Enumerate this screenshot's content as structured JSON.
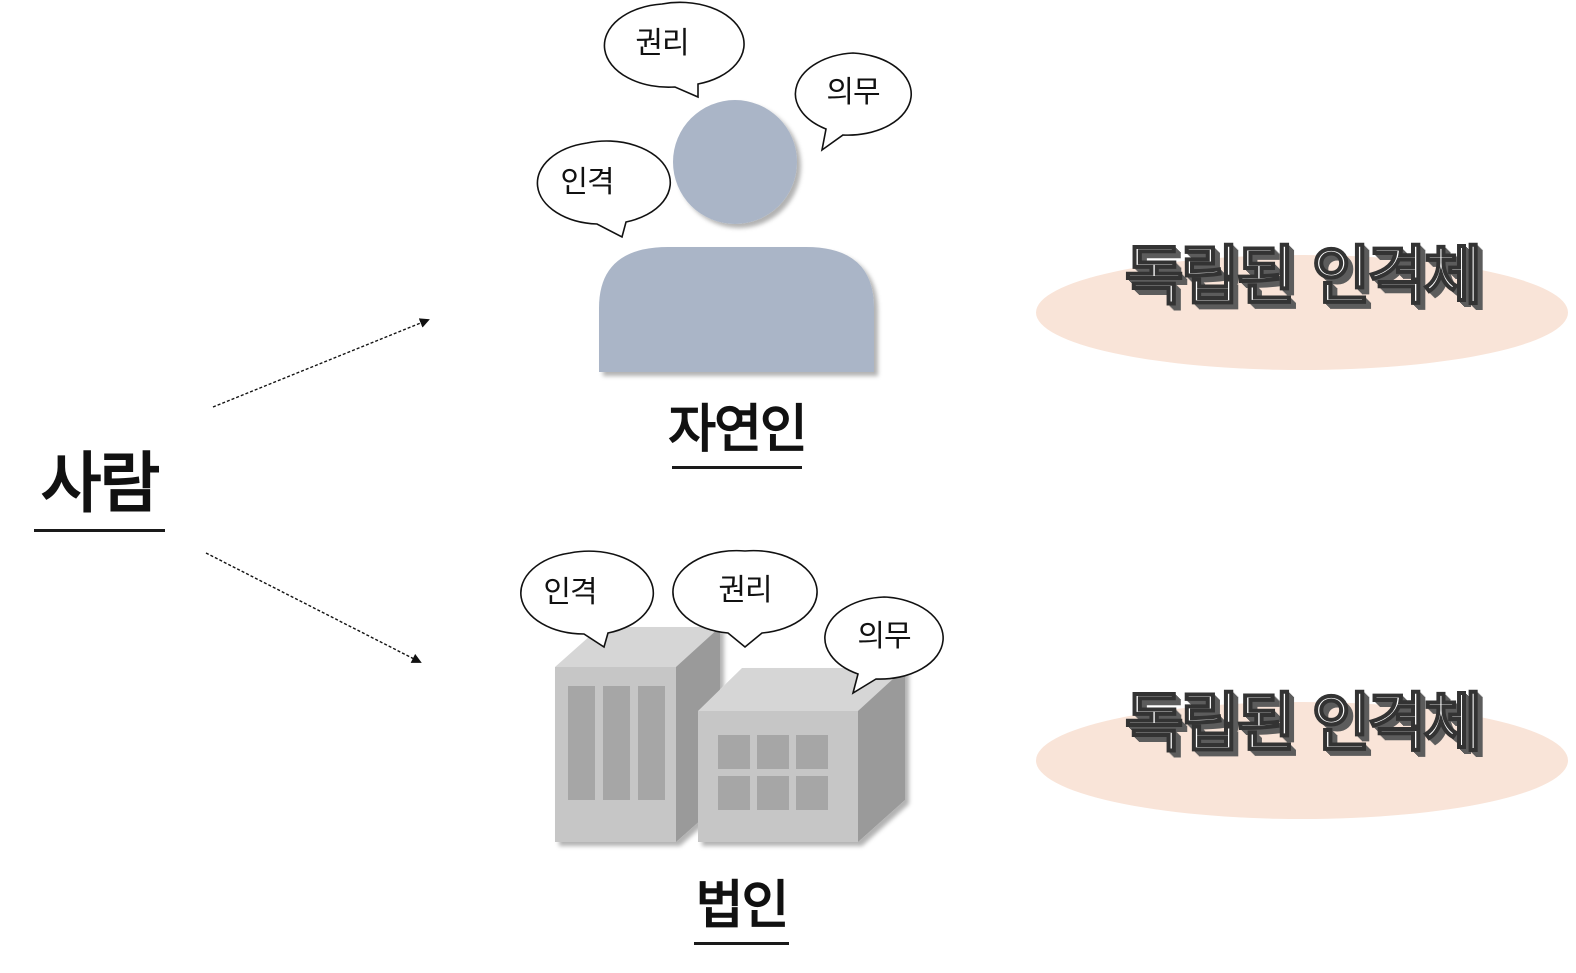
{
  "root": {
    "label": "사람"
  },
  "natural_person": {
    "label": "자연인",
    "bubbles": [
      "인격",
      "권리",
      "의무"
    ]
  },
  "juristic_person": {
    "label": "법인",
    "bubbles": [
      "인격",
      "권리",
      "의무"
    ]
  },
  "badges": {
    "natural_person": "독립된 인격체",
    "juristic_person": "독립된 인격체"
  },
  "colors": {
    "person_fill": "#aab5c7",
    "building_light": "#c8c8c8",
    "building_shade": "#a9a9a9",
    "building_window": "#a0a0a0",
    "badge_ellipse": "#f9e4d8",
    "text": "#111111"
  }
}
